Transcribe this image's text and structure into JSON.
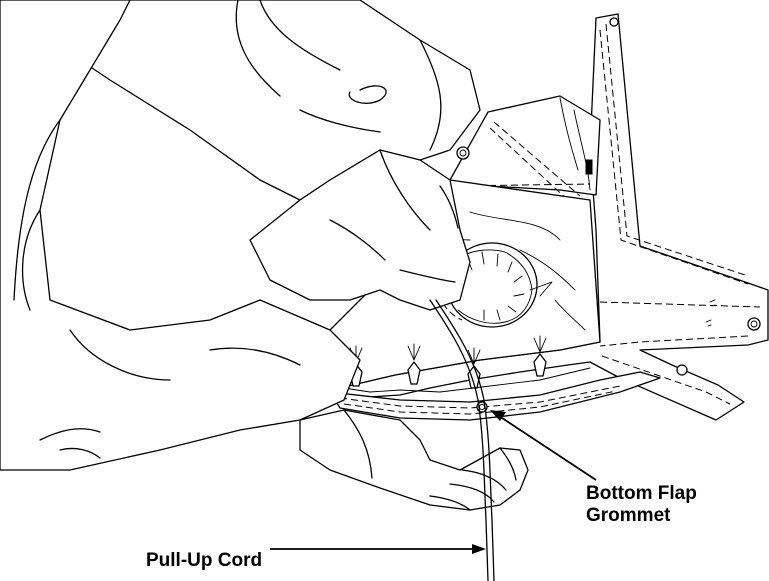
{
  "callouts": {
    "bottom_flap_grommet": [
      "Bottom Flap",
      "Grommet"
    ],
    "pull_up_cord": "Pull-Up Cord"
  }
}
